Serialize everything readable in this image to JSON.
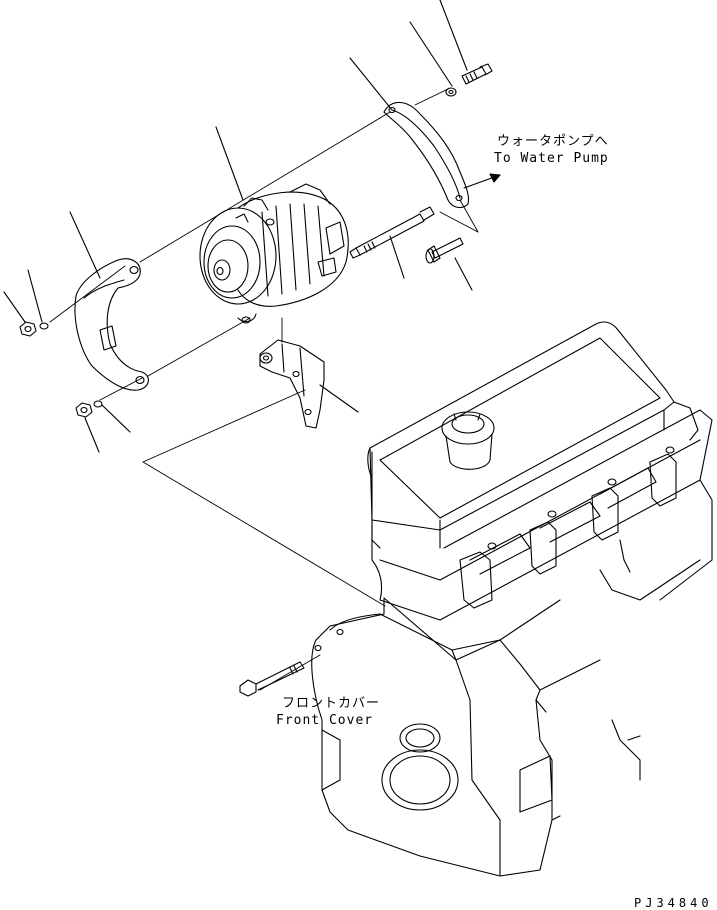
{
  "labels": {
    "water_pump_jp": "ウォータポンプへ",
    "water_pump_en": "To Water Pump",
    "front_cover_jp": "フロントカバー",
    "front_cover_en": "Front Cover",
    "drawing_code": "PJ34840"
  },
  "colors": {
    "line": "#000000",
    "background": "#ffffff"
  }
}
